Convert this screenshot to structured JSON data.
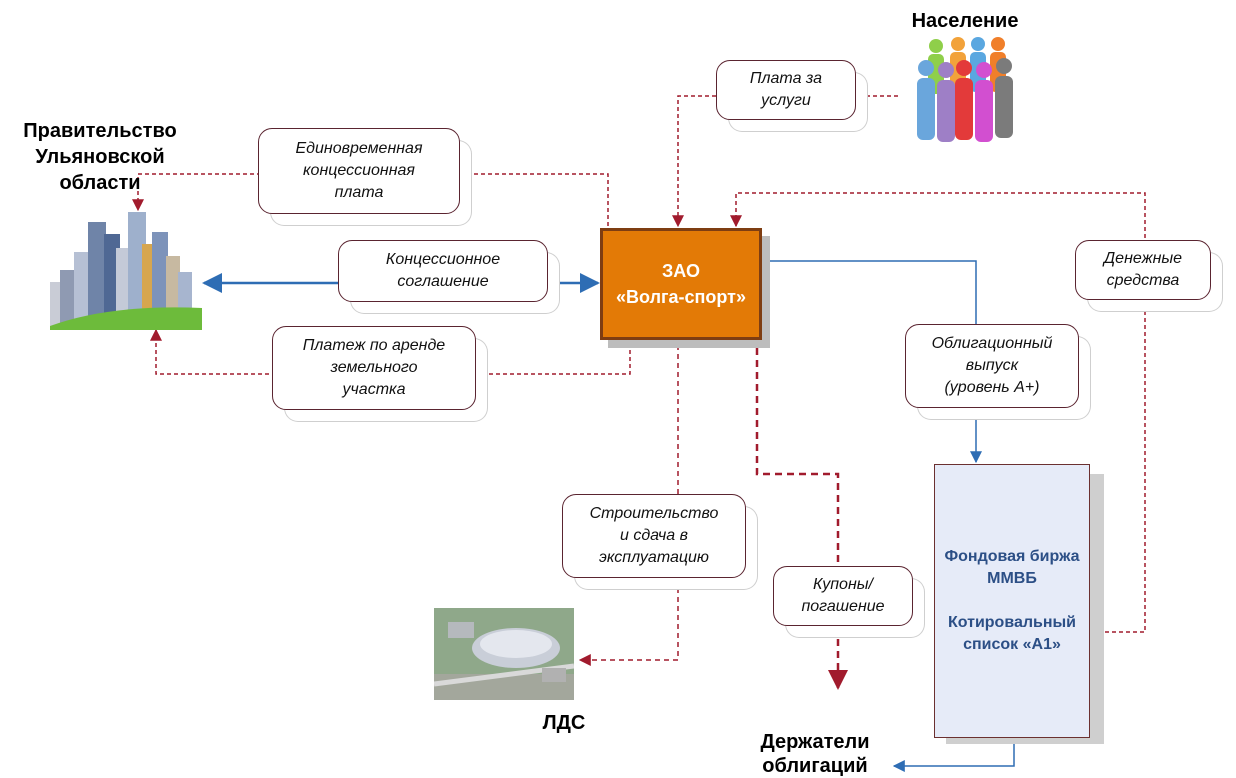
{
  "actors": {
    "government": "Правительство\nУльяновской\nобласти",
    "population": "Население",
    "lds": "ЛДС",
    "bondholders": "Держатели\nоблигаций"
  },
  "center": {
    "label": "ЗАО\n«Волга-спорт»"
  },
  "exchange": {
    "label": "Фондовая биржа\nММВБ\n\nКотировальный\nсписок «А1»"
  },
  "bubbles": {
    "one_time_fee": "Единовременная\nконцессионная\nплата",
    "concession": "Концессионное\nсоглашение",
    "land_rent": "Платеж по аренде\nземельного\nучастка",
    "service_fee": "Плата за\nуслуги",
    "money": "Денежные\nсредства",
    "bond_issue": "Облигационный\nвыпуск\n(уровень А+)",
    "construction": "Строительство\nи сдача в\nэксплуатацию",
    "coupons": "Купоны/\nпогашение"
  },
  "colors": {
    "dashed": "#a11b2d",
    "solid": "#2e6db4",
    "zao_fill": "#e37a06",
    "exchange_fill": "#e6ebf8"
  }
}
